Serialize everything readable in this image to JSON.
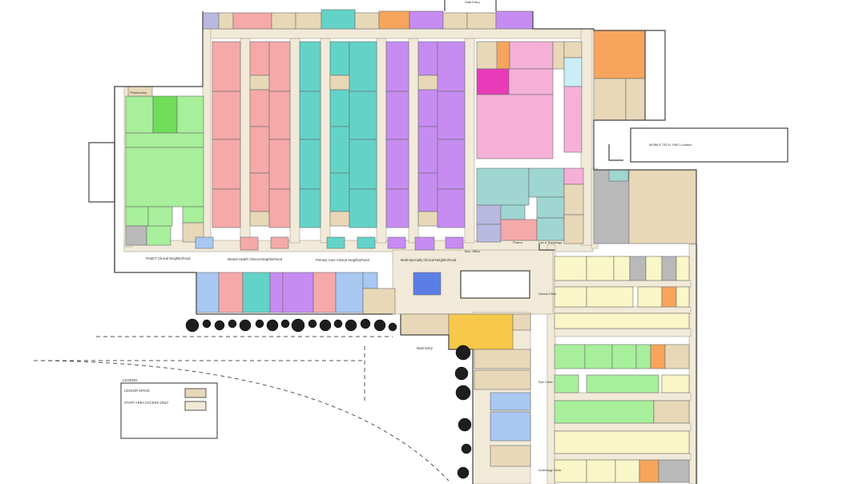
{
  "colors": {
    "corridor": "#f1ead9",
    "tan": "#e8d8b8",
    "green": "#a7ef9a",
    "green_bright": "#6fdc5a",
    "pink": "#f5a9a9",
    "teal": "#63d3c8",
    "purple": "#c68cf2",
    "pink_light": "#f5b0d8",
    "magenta": "#e93bb8",
    "blue": "#a8c8f2",
    "orange": "#f7a55c",
    "yellow": "#f7e067",
    "cream": "#f9f6c7",
    "grey": "#b9b9b9",
    "slate": "#8a93a8"
  },
  "labels": {
    "top_entry": "Staff Entry",
    "phlebotomy": "Phlebotomy",
    "pact": "PA&ET Clinical Neighborhood",
    "mental_health": "Mental Health Clinical Neighborhood",
    "primary_care": "Primary Care Clinical Neighborhood",
    "multi_specialty": "Multi-Specialty Clinical Neighborhood",
    "bus_office": "Bus. Office",
    "pharm": "Pharm.",
    "lab_radiology": "Lab & Radiology",
    "mobile_tech": "MOBILE TECH. PAD Location",
    "main_entry": "Main Entry",
    "dental_clinic": "Dental Clinic",
    "eye_clinic": "Eye Clinic",
    "audiology_clinic": "Audiology Clinic"
  },
  "legend": {
    "title": "LEGEND",
    "items": [
      {
        "label": "LESSOR SPACE"
      },
      {
        "label": "STAFF AREA ACCESS ONLY"
      }
    ]
  }
}
